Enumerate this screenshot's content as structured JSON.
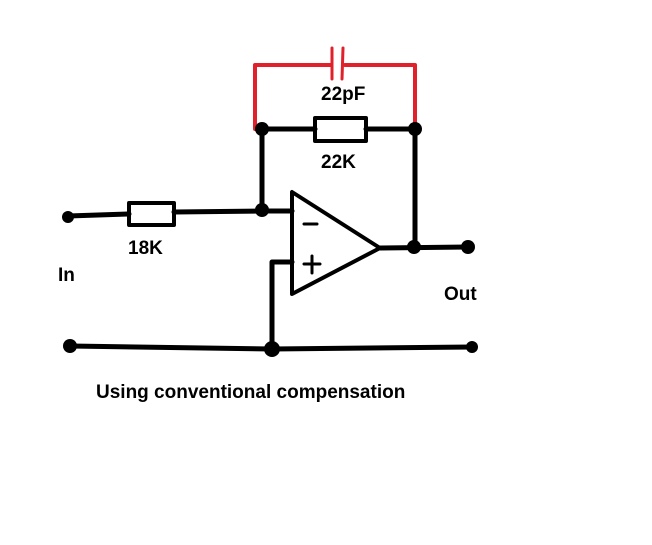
{
  "labels": {
    "input": "In",
    "output": "Out",
    "input_resistor": "18K",
    "feedback_resistor": "22K",
    "feedback_capacitor": "22pF",
    "caption": "Using conventional compensation",
    "opamp_inverting": "−",
    "opamp_noninverting": "+"
  },
  "colors": {
    "wire": "#000000",
    "compensation_wire": "#e0202a"
  }
}
